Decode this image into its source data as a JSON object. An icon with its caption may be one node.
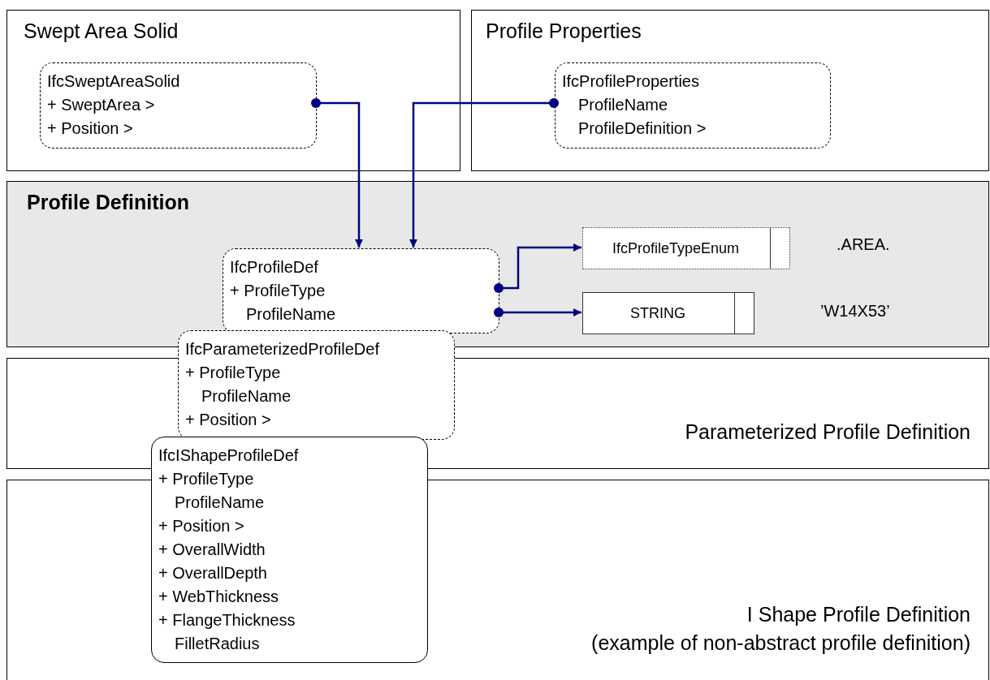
{
  "diagram": {
    "nodes": [
      {
        "text": [
          "Swept Area Solid"
        ]
      },
      {
        "text": [
          "IfcSweptAreaSolid",
          "+ SweptArea >",
          "+ Position >"
        ],
        "in": 0
      },
      {
        "text": [
          "Profile Properties"
        ]
      },
      {
        "text": [
          "IfcProfileProperties",
          "ProfileName",
          "ProfileDefinition >"
        ],
        "in": 2
      },
      {
        "text": [
          "Profile Definition"
        ]
      },
      {
        "text": [
          "IfcProfileDef",
          "+ ProfileType",
          "ProfileName"
        ],
        "in": 4
      },
      {
        "text": [
          "IfcProfileTypeEnum"
        ],
        "in": 4
      },
      {
        "text": [
          "STRING"
        ],
        "in": 4
      },
      {
        "text": [
          "Parameterized Profile Definition"
        ]
      },
      {
        "text": [
          "IfcParameterizedProfileDef",
          "+ ProfileType",
          "ProfileName",
          "+ Position >"
        ]
      },
      {
        "text": [
          "I Shape Profile Definition",
          "(example of non-abstract profile definition)"
        ]
      },
      {
        "text": [
          "IfcIShapeProfileDef",
          "+ ProfileType",
          "ProfileName",
          "+ Position >",
          "+ OverallWidth",
          "+ OverallDepth",
          "+ WebThickness",
          "+ FlangeThickness",
          "FilletRadius"
        ]
      }
    ],
    "edges": [
      {
        "from": 1,
        "to": 5,
        "arrow": "to"
      },
      {
        "from": 3,
        "to": 5,
        "arrow": "to"
      },
      {
        "from": 5,
        "to": 6,
        "arrow": "to"
      },
      {
        "from": 5,
        "to": 7,
        "arrow": "to"
      }
    ],
    "labels": [
      ".AREA.",
      "’W14X53’"
    ]
  }
}
